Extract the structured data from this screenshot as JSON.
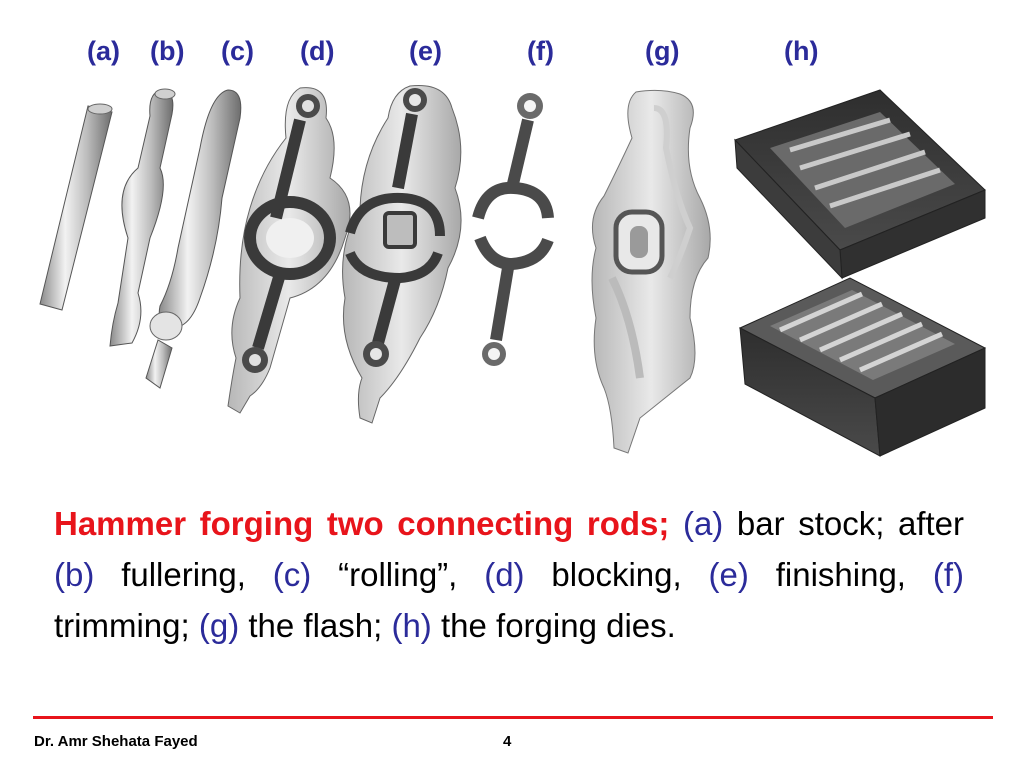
{
  "figure_labels": [
    "(a)",
    "(b)",
    "(c)",
    "(d)",
    "(e)",
    "(f)",
    "(g)",
    "(h)"
  ],
  "caption": {
    "title": "Hammer forging two connecting rods;",
    "parts": [
      {
        "ref": "(a)",
        "text": "bar stock; after"
      },
      {
        "ref": "(b)",
        "text": "fullering,"
      },
      {
        "ref": "(c)",
        "text": "“rolling”,"
      },
      {
        "ref": "(d)",
        "text": "blocking,"
      },
      {
        "ref": "(e)",
        "text": "finishing,"
      },
      {
        "ref": "(f)",
        "text": "trimming;"
      },
      {
        "ref": "(g)",
        "text": "the flash;"
      },
      {
        "ref": "(h)",
        "text": "the forging dies."
      }
    ]
  },
  "footer": {
    "author": "Dr. Amr Shehata Fayed",
    "page": "4"
  },
  "colors": {
    "title_red": "#e8141b",
    "label_blue": "#2b2b9a",
    "rule_red": "#e8141b"
  }
}
